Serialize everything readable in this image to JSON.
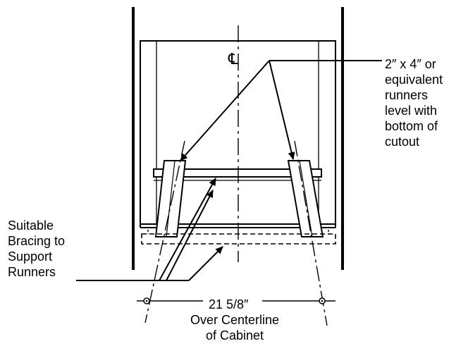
{
  "diagram": {
    "centerline_symbol": "℄",
    "runner_label": [
      "2″ x 4″ or",
      "equivalent",
      "runners",
      "level with",
      "bottom of",
      "cutout"
    ],
    "bracing_label": [
      "Suitable",
      "Bracing to",
      "Support",
      "Runners"
    ],
    "dimension_value": "21 5/8″",
    "dimension_note": [
      "Over Centerline",
      "of Cabinet"
    ]
  }
}
